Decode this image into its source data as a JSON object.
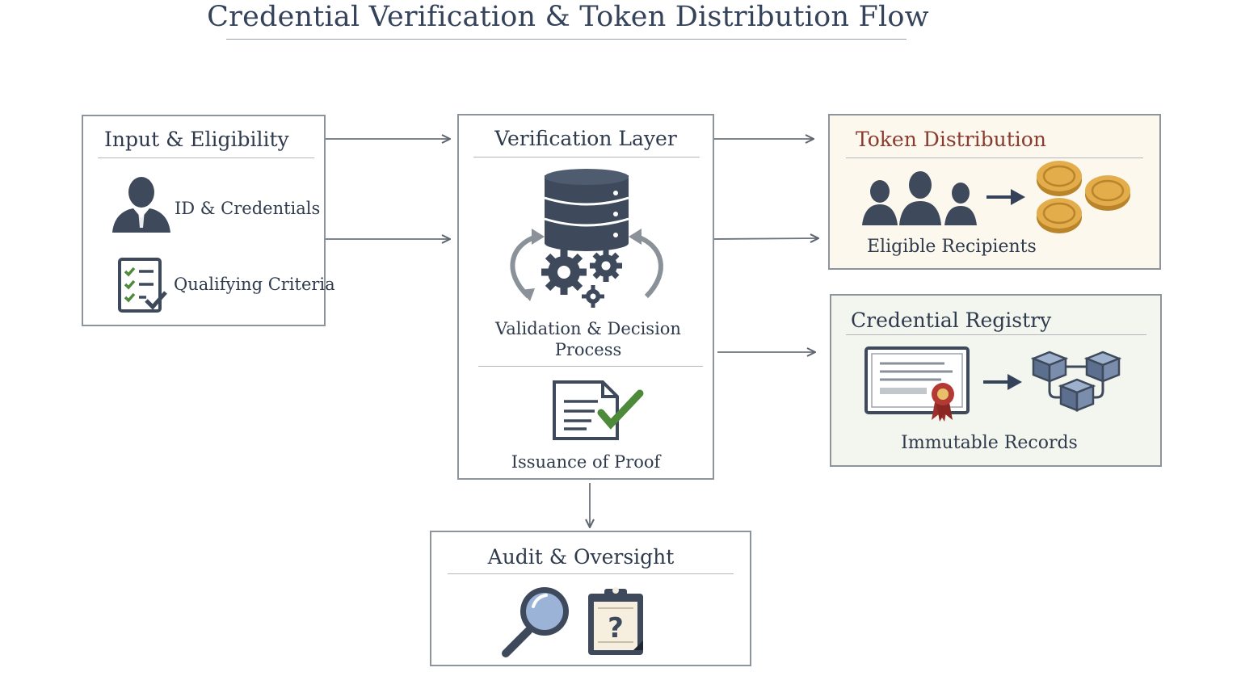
{
  "diagram": {
    "title": "Credential Verification & Token Distribution Flow",
    "input": {
      "title": "Input & Eligibility",
      "items": [
        {
          "label": "ID & Credentials",
          "icon": "person-icon"
        },
        {
          "label": "Qualifying Criteria",
          "icon": "checklist-icon"
        }
      ]
    },
    "verification": {
      "title": "Verification Layer",
      "process_label": "Validation & Decision Process",
      "process_icon": "database-gears-icon",
      "proof_label": "Issuance of Proof",
      "proof_icon": "document-check-icon"
    },
    "token": {
      "title": "Token Distribution",
      "label": "Eligible Recipients",
      "icons": [
        "people-icon",
        "arrow-right-icon",
        "coins-icon"
      ]
    },
    "registry": {
      "title": "Credential Registry",
      "label": "Immutable Records",
      "icons": [
        "certificate-icon",
        "arrow-right-icon",
        "blockchain-icon"
      ]
    },
    "audit": {
      "title": "Audit & Oversight",
      "icons": [
        "magnifier-icon",
        "clipboard-question-icon"
      ]
    },
    "colors": {
      "text": "#2f3b4c",
      "accent_red": "#8b3a2e",
      "icon_dark": "#3e4a5c",
      "check_green": "#4d8a3a",
      "coin_gold": "#d9a441",
      "token_bg": "#fcf8ee",
      "registry_bg": "#f3f6ef",
      "border": "#8e949b"
    }
  }
}
